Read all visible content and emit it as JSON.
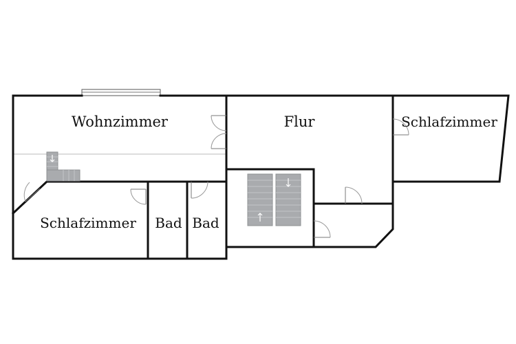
{
  "floorplan": {
    "rooms": [
      {
        "id": "wohnzimmer",
        "label": "Wohnzimmer"
      },
      {
        "id": "flur",
        "label": "Flur"
      },
      {
        "id": "schlafzimmer-right",
        "label": "Schlafzimmer"
      },
      {
        "id": "schlafzimmer-left",
        "label": "Schlafzimmer"
      },
      {
        "id": "bad-1",
        "label": "Bad"
      },
      {
        "id": "bad-2",
        "label": "Bad"
      }
    ]
  },
  "colors": {
    "wall": "#111111",
    "stair": "#a9abae",
    "background": "#ffffff"
  }
}
